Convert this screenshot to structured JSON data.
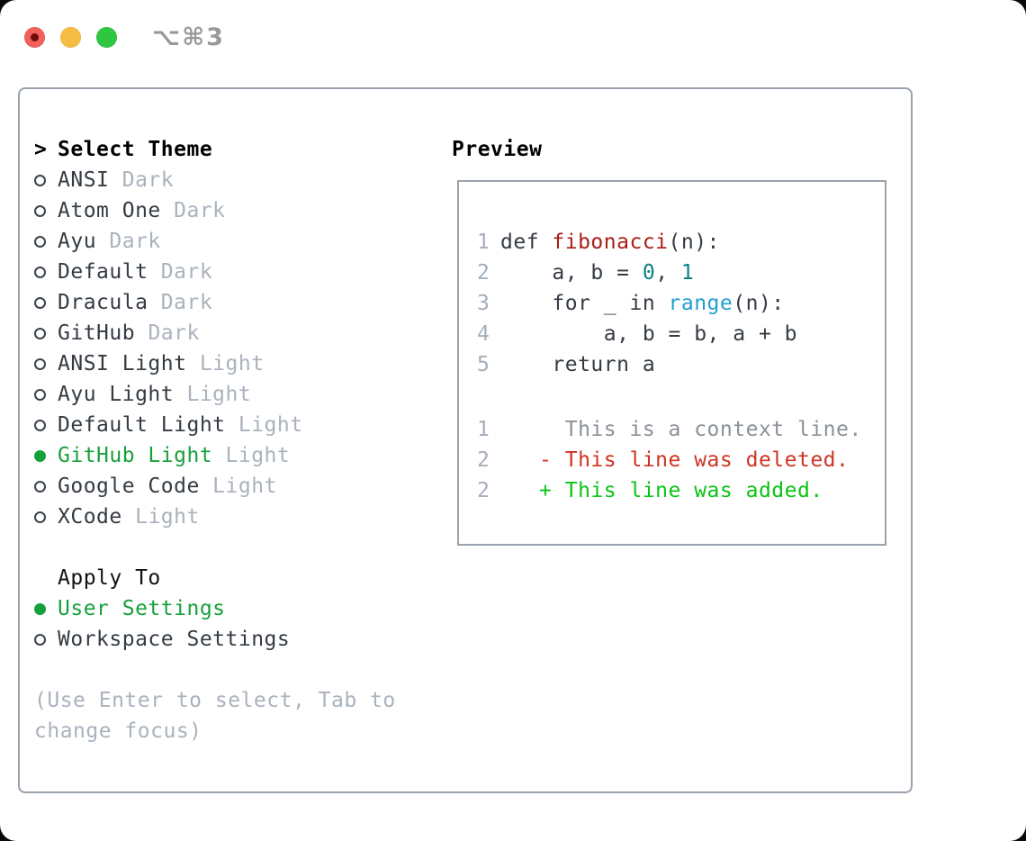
{
  "titlebar": {
    "shortcut": "⌥⌘3"
  },
  "theme_panel": {
    "header": {
      "prefix": ">",
      "label": "Select Theme"
    },
    "items": [
      {
        "name": "ANSI",
        "variant": "Dark",
        "selected": false
      },
      {
        "name": "Atom One",
        "variant": "Dark",
        "selected": false
      },
      {
        "name": "Ayu",
        "variant": "Dark",
        "selected": false
      },
      {
        "name": "Default",
        "variant": "Dark",
        "selected": false
      },
      {
        "name": "Dracula",
        "variant": "Dark",
        "selected": false
      },
      {
        "name": "GitHub",
        "variant": "Dark",
        "selected": false
      },
      {
        "name": "ANSI Light",
        "variant": "Light",
        "selected": false
      },
      {
        "name": "Ayu Light",
        "variant": "Light",
        "selected": false
      },
      {
        "name": "Default Light",
        "variant": "Light",
        "selected": false
      },
      {
        "name": "GitHub Light",
        "variant": "Light",
        "selected": true
      },
      {
        "name": "Google Code",
        "variant": "Light",
        "selected": false
      },
      {
        "name": "XCode",
        "variant": "Light",
        "selected": false
      }
    ],
    "apply_to": {
      "label": "Apply To",
      "options": [
        {
          "label": "User Settings",
          "selected": true
        },
        {
          "label": "Workspace Settings",
          "selected": false
        }
      ]
    },
    "hint_lines": [
      "(Use Enter to select, Tab to",
      "change focus)"
    ]
  },
  "preview": {
    "header": "Preview",
    "code_lines": [
      {
        "number": "1",
        "tokens": [
          {
            "text": "def ",
            "color": "default"
          },
          {
            "text": "fibonacci",
            "color": "function"
          },
          {
            "text": "(n):",
            "color": "default"
          }
        ]
      },
      {
        "number": "2",
        "tokens": [
          {
            "text": "    a, b = ",
            "color": "default"
          },
          {
            "text": "0",
            "color": "number"
          },
          {
            "text": ", ",
            "color": "default"
          },
          {
            "text": "1",
            "color": "number"
          }
        ]
      },
      {
        "number": "3",
        "tokens": [
          {
            "text": "    for _ in ",
            "color": "default"
          },
          {
            "text": "range",
            "color": "builtin"
          },
          {
            "text": "(n):",
            "color": "default"
          }
        ]
      },
      {
        "number": "4",
        "tokens": [
          {
            "text": "        a, b = b, a + b",
            "color": "default"
          }
        ]
      },
      {
        "number": "5",
        "tokens": [
          {
            "text": "    return a",
            "color": "default"
          }
        ]
      }
    ],
    "diff_lines": [
      {
        "number": "1",
        "tokens": [
          {
            "text": "     This is a context line.",
            "color": "context"
          }
        ]
      },
      {
        "number": "2",
        "tokens": [
          {
            "text": "   - This line was deleted.",
            "color": "deleted"
          }
        ]
      },
      {
        "number": "2",
        "tokens": [
          {
            "text": "   + This line was added.",
            "color": "added"
          }
        ]
      }
    ]
  },
  "colors": {
    "accent": "#16a03c",
    "text": "#343b43",
    "muted": "#a9b2bd",
    "border": "#99a2ad",
    "line_number": "#a5aebb",
    "function_red": "#a81f17",
    "number_teal": "#0b7f85",
    "builtin_blue": "#219fd3",
    "context_gray": "#8a9199",
    "deleted_red": "#cf3423",
    "added_green": "#0ac414",
    "shortcut_gray": "#98989d",
    "traffic_red": "#f1605a",
    "traffic_red_dot": "#6e0e0b",
    "traffic_yellow": "#f6bd45",
    "traffic_green": "#2fc642"
  }
}
